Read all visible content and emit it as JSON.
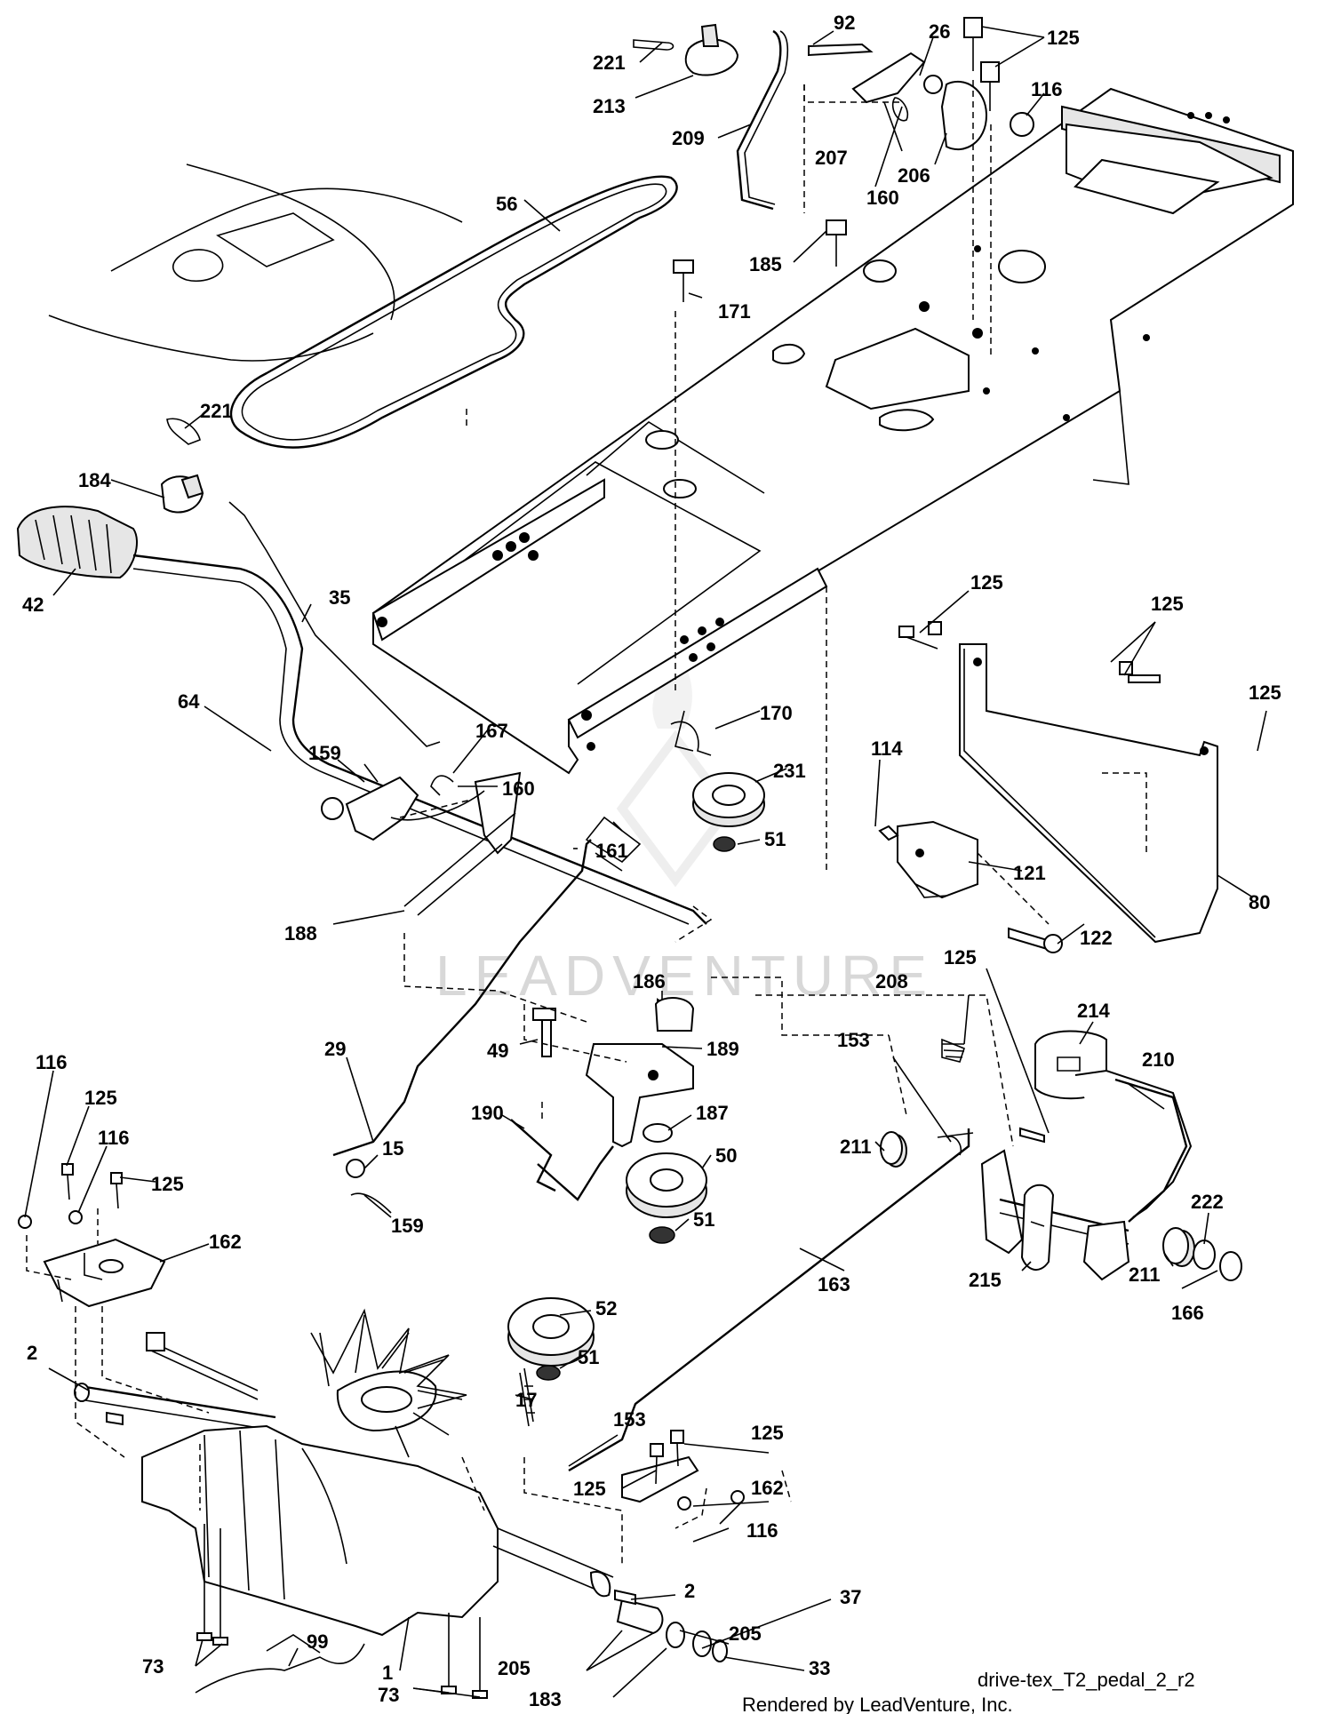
{
  "diagram": {
    "drawing_id": "drive-tex_T2_pedal_2_r2",
    "rendered_by": "Rendered by LeadVenture, Inc.",
    "watermark": "LEADVENTURE"
  },
  "callouts": [
    "221",
    "213",
    "209",
    "92",
    "26",
    "125",
    "116",
    "207",
    "160",
    "206",
    "56",
    "185",
    "171",
    "221",
    "184",
    "42",
    "35",
    "64",
    "159",
    "167",
    "160",
    "170",
    "231",
    "161",
    "51",
    "125",
    "125",
    "125",
    "114",
    "121",
    "80",
    "122",
    "188",
    "186",
    "189",
    "49",
    "187",
    "50",
    "51",
    "190",
    "52",
    "51",
    "17",
    "29",
    "15",
    "159",
    "116",
    "125",
    "116",
    "125",
    "162",
    "2",
    "73",
    "99",
    "1",
    "73",
    "125",
    "153",
    "125",
    "162",
    "116",
    "2",
    "205",
    "183",
    "205",
    "37",
    "33",
    "208",
    "125",
    "153",
    "214",
    "210",
    "211",
    "211",
    "222",
    "166",
    "215",
    "163"
  ]
}
